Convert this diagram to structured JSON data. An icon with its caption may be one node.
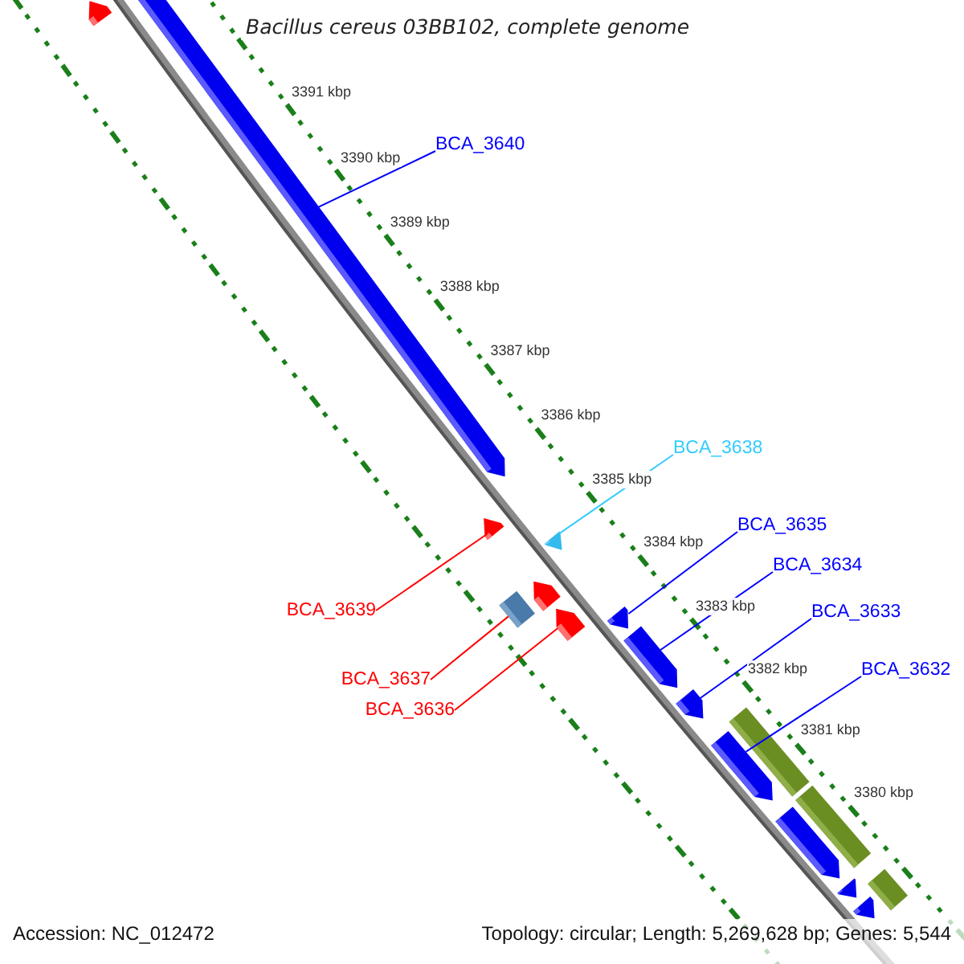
{
  "diagram": {
    "title": "Bacillus cereus 03BB102, complete genome",
    "nodes": [
      {
        "text": [
          "BCA_3640"
        ]
      },
      {
        "text": [
          "BCA_3638"
        ]
      },
      {
        "text": [
          "BCA_3635"
        ]
      },
      {
        "text": [
          "BCA_3634"
        ]
      },
      {
        "text": [
          "BCA_3639"
        ]
      },
      {
        "text": [
          "BCA_3633"
        ]
      },
      {
        "text": [
          "BCA_3632"
        ]
      },
      {
        "text": [
          "BCA_3637"
        ]
      },
      {
        "text": [
          "BCA_3636"
        ]
      },
      {
        "text": [],
        "shape": "arrow"
      },
      {
        "text": [],
        "shape": "arrow"
      },
      {
        "text": [],
        "shape": "arrow"
      },
      {
        "text": [],
        "shape": "arrow"
      },
      {
        "text": [],
        "shape": "box"
      },
      {
        "text": [],
        "shape": "arrow"
      },
      {
        "text": [],
        "shape": "arrow"
      },
      {
        "text": [],
        "shape": "arrow"
      },
      {
        "text": [],
        "shape": "arrow"
      },
      {
        "text": [],
        "shape": "arrow"
      },
      {
        "text": [],
        "shape": "box"
      },
      {
        "text": [],
        "shape": "arrow"
      },
      {
        "text": [],
        "shape": "box"
      },
      {
        "text": [],
        "shape": "arrow"
      },
      {
        "text": [],
        "shape": "arrow"
      },
      {
        "text": [],
        "shape": "box"
      },
      {
        "text": [],
        "shape": "arrow"
      }
    ],
    "edges": [
      {
        "from": 0,
        "to": 10,
        "arrow": "none"
      },
      {
        "from": 1,
        "to": 12,
        "arrow": "none",
        "color": "#33ccff"
      },
      {
        "from": 2,
        "to": 16,
        "arrow": "none"
      },
      {
        "from": 3,
        "to": 17,
        "arrow": "none"
      },
      {
        "from": 4,
        "to": 11,
        "arrow": "none",
        "color": "#ff0000"
      },
      {
        "from": 5,
        "to": 18,
        "arrow": "none"
      },
      {
        "from": 6,
        "to": 20,
        "arrow": "none"
      },
      {
        "from": 7,
        "to": 13,
        "arrow": "none",
        "color": "#ff0000"
      },
      {
        "from": 8,
        "to": 15,
        "arrow": "none",
        "color": "#ff0000"
      }
    ],
    "labels": [
      "3391 kbp",
      "3390 kbp",
      "3389 kbp",
      "3388 kbp",
      "3387 kbp",
      "3386 kbp",
      "3385 kbp",
      "3384 kbp",
      "3383 kbp",
      "3382 kbp",
      "3381 kbp",
      "3380 kbp",
      "Accession: NC_012472",
      "Topology: circular; Length: 5,269,628 bp; Genes: 5,544"
    ]
  }
}
